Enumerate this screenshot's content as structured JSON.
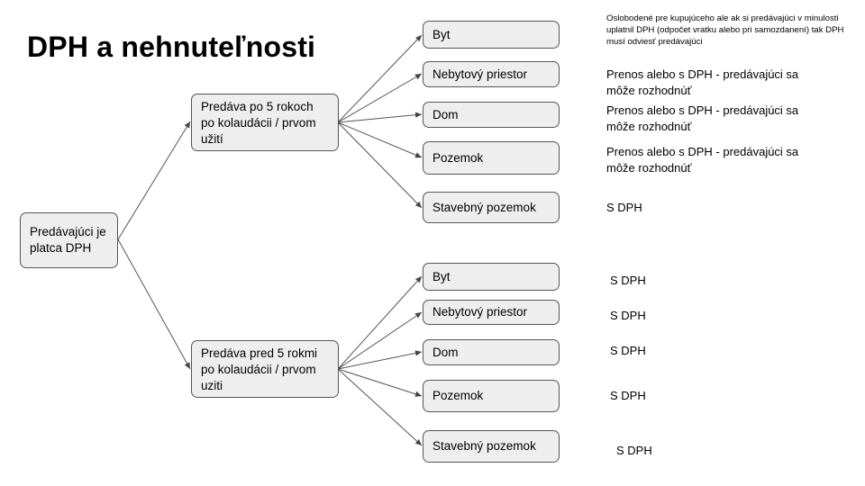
{
  "title": "DPH a nehnuteľnosti",
  "root": "Predávajúci je platca DPH",
  "branches": [
    {
      "label": "Predáva po 5 rokoch po kolaudácii / prvom užití",
      "items": [
        {
          "label": "Byt",
          "note": "Oslobodené pre kupujúceho ale ak si predávajúci v minulosti uplatnil DPH (odpočet vratku alebo pri samozdanení) tak DPH musí odviesť predávajúci"
        },
        {
          "label": "Nebytový priestor",
          "note": "Prenos alebo s DPH -  predávajúci sa môže rozhodnúť"
        },
        {
          "label": "Dom",
          "note": "Prenos alebo s DPH -  predávajúci sa môže rozhodnúť"
        },
        {
          "label": "Pozemok",
          "note": "Prenos alebo s DPH -  predávajúci sa môže rozhodnúť"
        },
        {
          "label": "Stavebný pozemok",
          "note": "S DPH"
        }
      ]
    },
    {
      "label": "Predáva pred 5 rokmi po kolaudácii / prvom uziti",
      "items": [
        {
          "label": "Byt",
          "note": "S DPH"
        },
        {
          "label": "Nebytový priestor",
          "note": "S DPH"
        },
        {
          "label": "Dom",
          "note": "S DPH"
        },
        {
          "label": "Pozemok",
          "note": "S DPH"
        },
        {
          "label": "Stavebný pozemok",
          "note": "S DPH"
        }
      ]
    }
  ]
}
